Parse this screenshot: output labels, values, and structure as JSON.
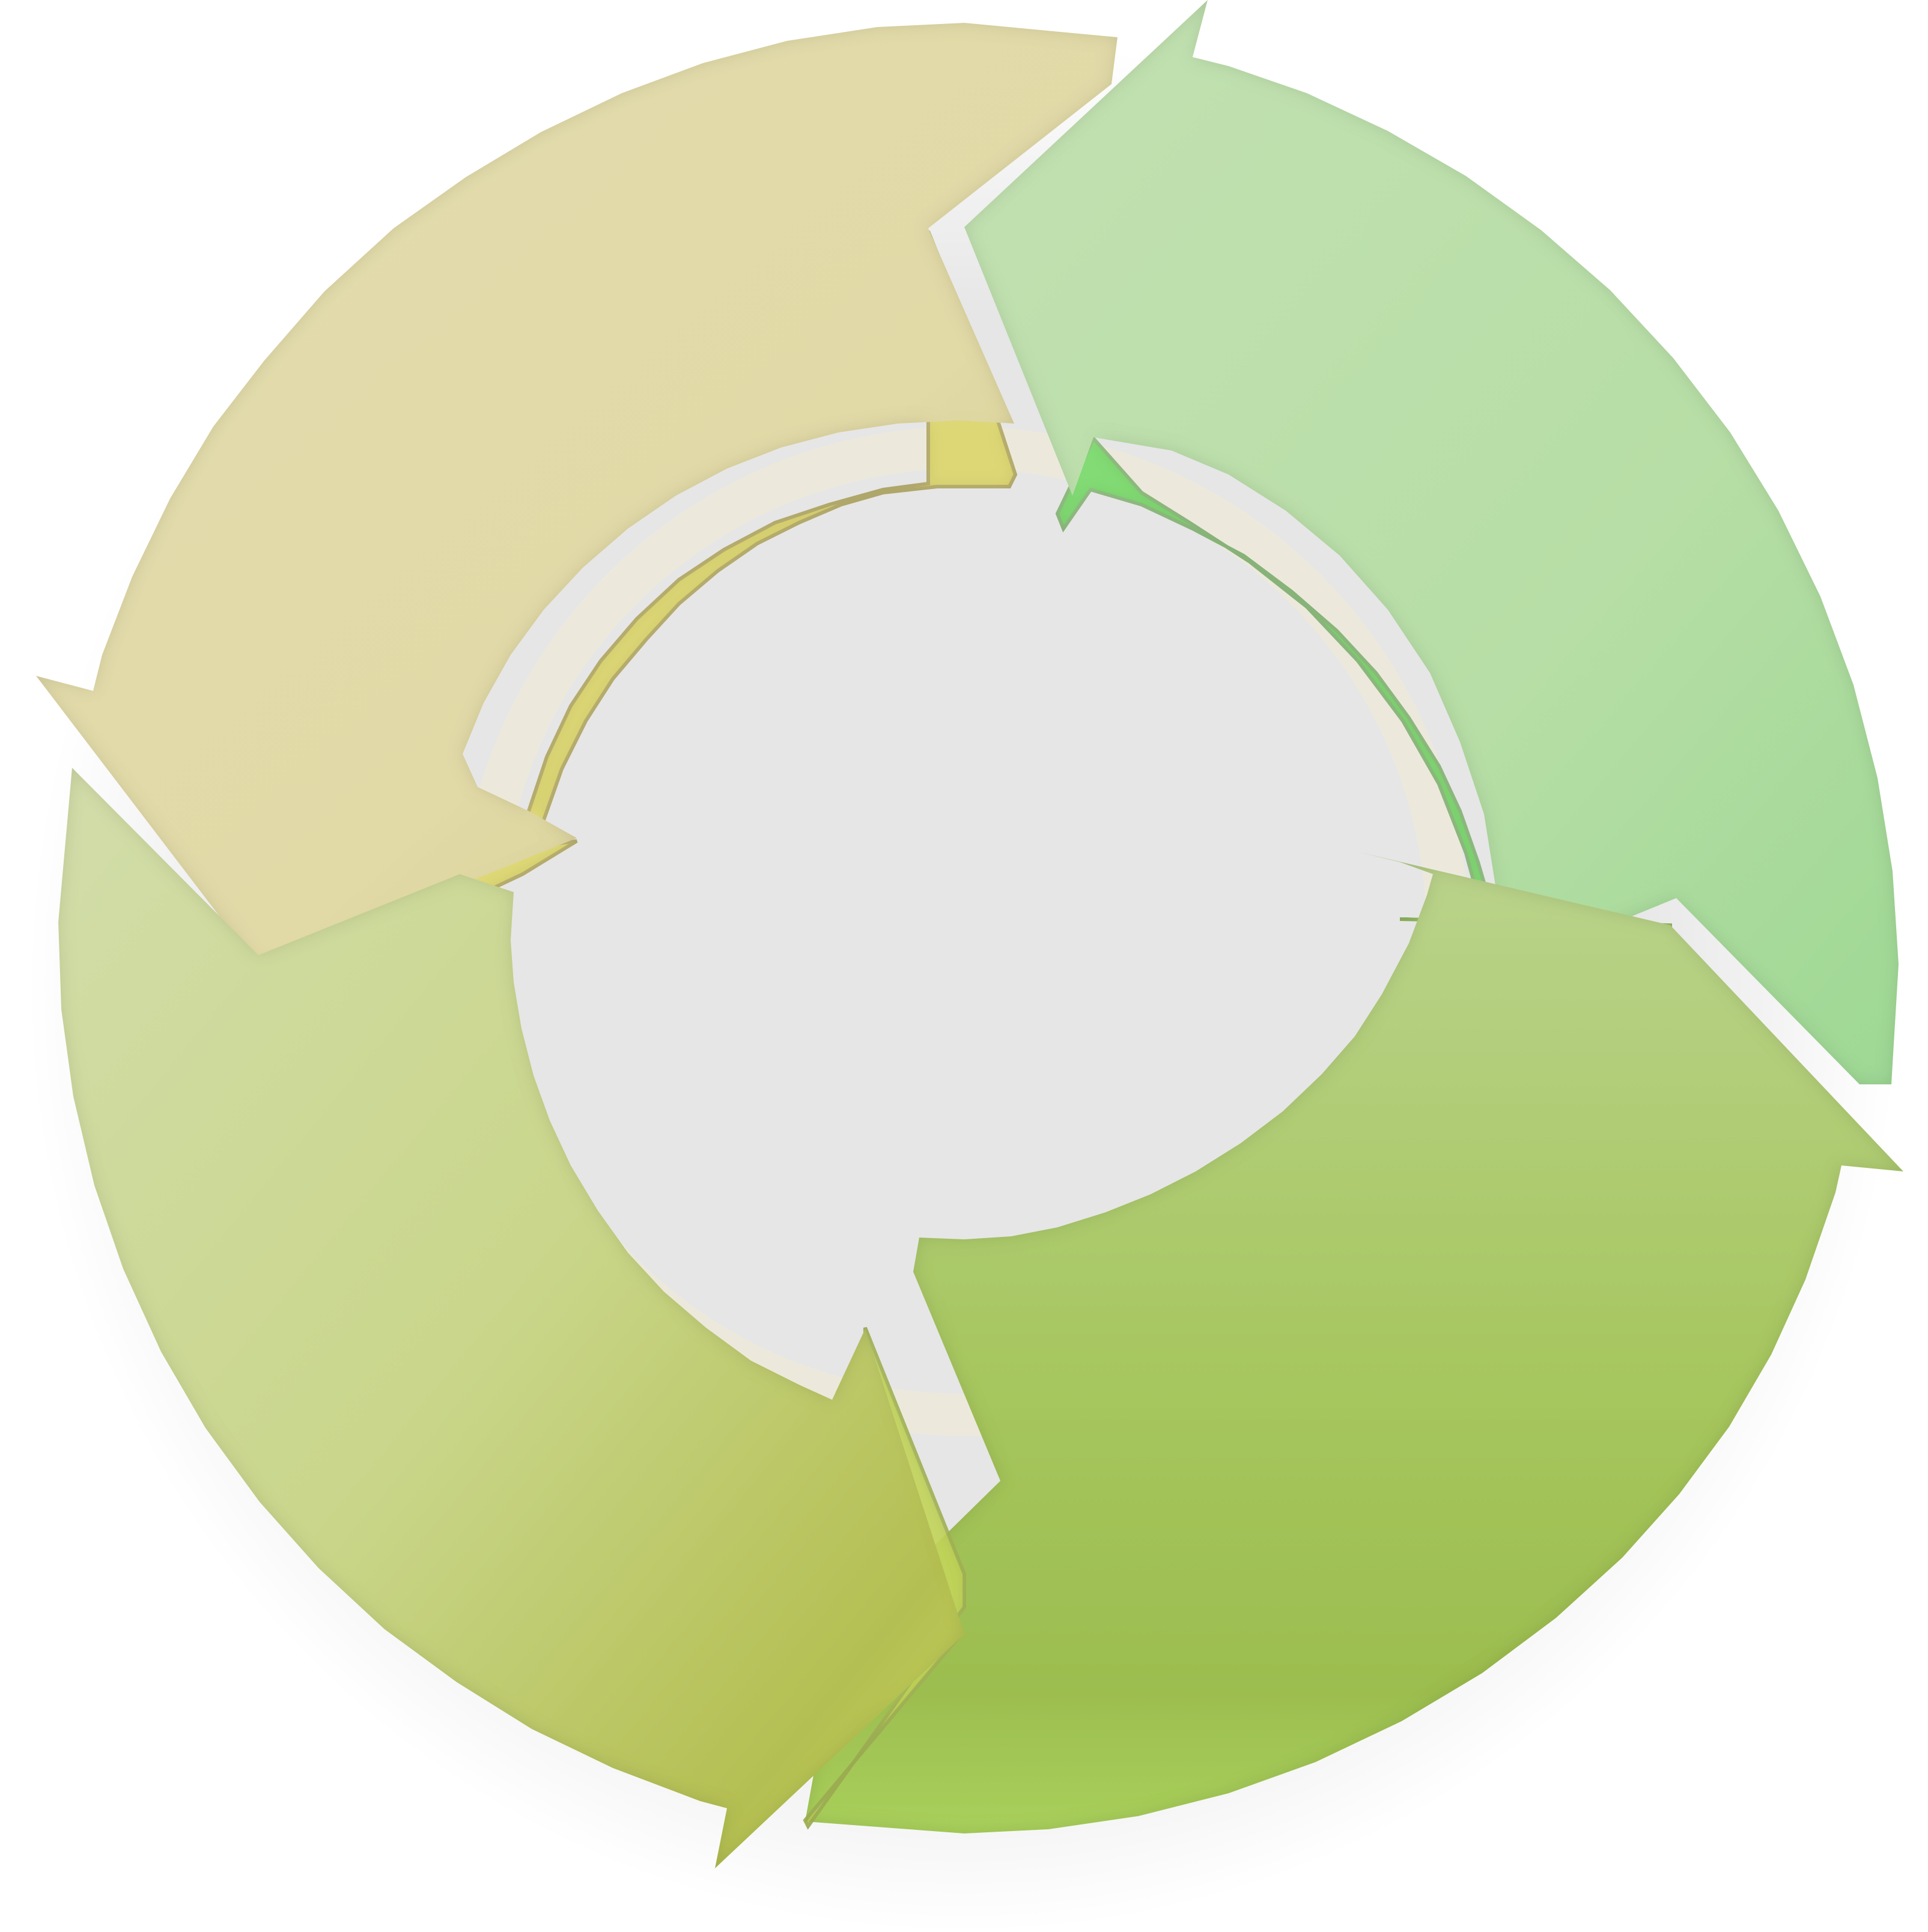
{
  "diagram": {
    "type": "cycle",
    "direction": "clockwise",
    "segment_count": 4,
    "labels": []
  },
  "segments": [
    {
      "id": "top-left",
      "color": "#e1dba9",
      "edge": "#b8ad66",
      "accent": "#dcd56a"
    },
    {
      "id": "top-right",
      "color": "#bddfae",
      "edge": "#8fbf7f",
      "accent": "#7ddb6f"
    },
    {
      "id": "bottom-right",
      "color": "#b4cf86",
      "edge": "#8fb85c",
      "accent": "#9dbf5a"
    },
    {
      "id": "bottom-left",
      "color": "#cddb9e",
      "edge": "#a8b85a",
      "accent": "#c2d45a"
    }
  ],
  "inner_bevel_color": "#ece9dc",
  "background": "#ffffff"
}
